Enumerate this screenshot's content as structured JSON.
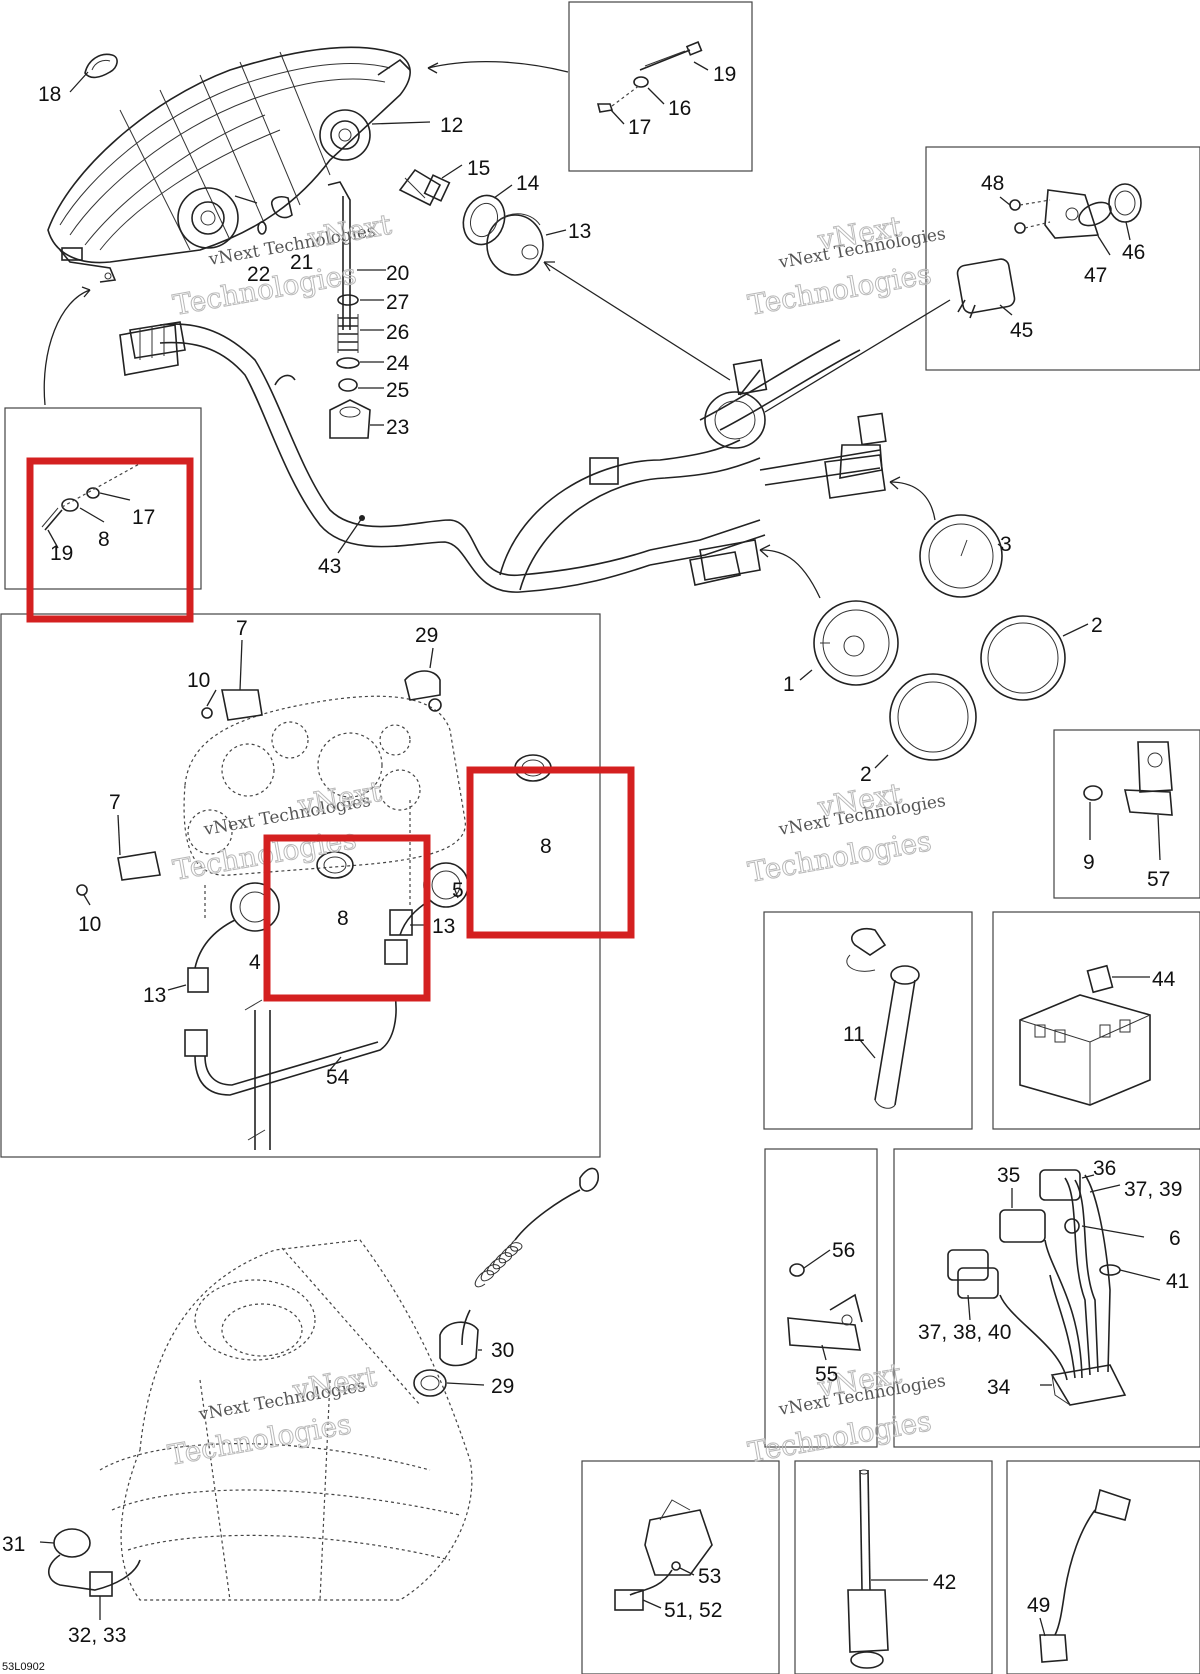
{
  "diagram_code": "53L0902",
  "watermark": {
    "line1": "vNext",
    "line2": "vNext Technologies",
    "line3": "Technologies"
  },
  "callouts": {
    "c18": "18",
    "c12": "12",
    "c19a": "19",
    "c16": "16",
    "c17a": "17",
    "c15": "15",
    "c14": "14",
    "c13a": "13",
    "c21": "21",
    "c22": "22",
    "c20": "20",
    "c27": "27",
    "c26": "26",
    "c24": "24",
    "c25": "25",
    "c23": "23",
    "c48": "48",
    "c46": "46",
    "c47": "47",
    "c45": "45",
    "c17b": "17",
    "c8a": "8",
    "c19b": "19",
    "c43": "43",
    "c3": "3",
    "c2a": "2",
    "c1": "1",
    "c2b": "2",
    "c7a": "7",
    "c29a": "29",
    "c10a": "10",
    "c7b": "7",
    "c10b": "10",
    "c8b": "8",
    "c8c": "8",
    "c5": "5",
    "c13b": "13",
    "c4": "4",
    "c13c": "13",
    "c54": "54",
    "c9": "9",
    "c57": "57",
    "c11": "11",
    "c44": "44",
    "c35": "35",
    "c36": "36",
    "c3739": "37, 39",
    "c6": "6",
    "c41": "41",
    "c373840": "37, 38, 40",
    "c34": "34",
    "c56": "56",
    "c55": "55",
    "c30": "30",
    "c29b": "29",
    "c31": "31",
    "c3233": "32, 33",
    "c53": "53",
    "c5152": "51, 52",
    "c42": "42",
    "c49": "49"
  },
  "colors": {
    "highlight": "#d42020",
    "line": "#222222"
  }
}
